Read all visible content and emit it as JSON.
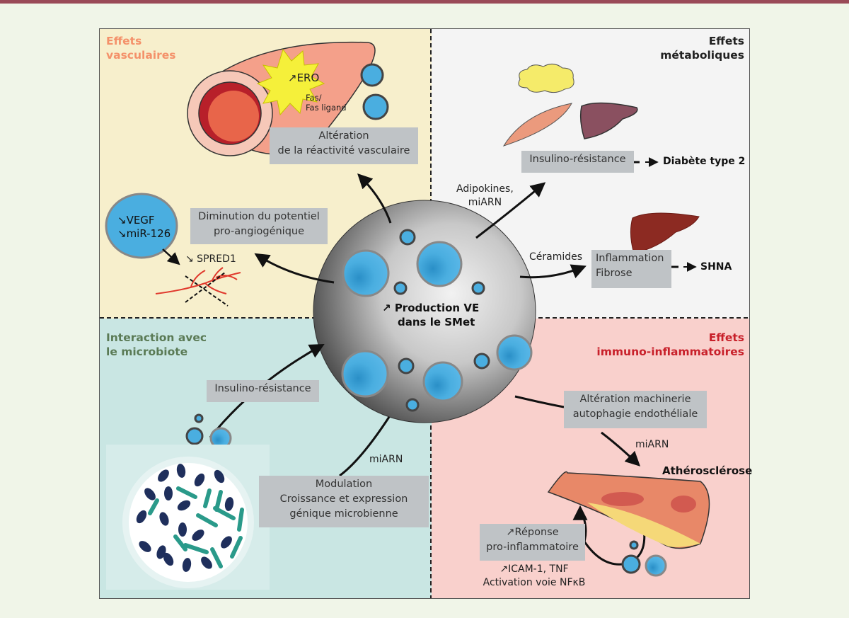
{
  "colors": {
    "top_bar": "#9a4a58",
    "background": "#f0f5e8",
    "vascular_panel": "#f7efcc",
    "metabolic_panel": "#f4f4f4",
    "microbiota_panel": "#c9e6e3",
    "immuno_panel": "#f9d0cc",
    "vascular_title": "#f4916a",
    "microbiota_title": "#5a7a55",
    "immuno_title": "#c8202a",
    "vesicle_blue": "#4aaee0",
    "label_box": "#bfc3c6"
  },
  "center": {
    "line1": "Production VE",
    "line2": "dans le SMet",
    "arrow": "↗"
  },
  "vascular": {
    "title_line1": "Effets",
    "title_line2": "vasculaires",
    "ero": "↗ERO",
    "fas_line1": "Fas/",
    "fas_line2": "Fas ligand",
    "alteration_line1": "Altération",
    "alteration_line2": "de la réactivité vasculaire",
    "vegf": "↘VEGF",
    "mir126": "↘miR-126",
    "spred1": "↘ SPRED1",
    "angio_line1": "Diminution du potentiel",
    "angio_line2": "pro-angiogénique"
  },
  "metabolic": {
    "title_line1": "Effets",
    "title_line2": "métaboliques",
    "insulin": "Insulino-résistance",
    "diabetes": "Diabète type 2",
    "adipokines_line1": "Adipokines,",
    "adipokines_line2": "miARN",
    "ceramides": "Céramides",
    "inflammation_line1": "Inflammation",
    "inflammation_line2": "Fibrose",
    "shna": "SHNA"
  },
  "microbiota": {
    "title_line1": "Interaction avec",
    "title_line2": "le microbiote",
    "insulin": "Insulino-résistance",
    "miarn": "miARN",
    "modulation_line1": "Modulation",
    "modulation_line2": "Croissance et expression",
    "modulation_line3": "génique microbienne"
  },
  "immuno": {
    "title_line1": "Effets",
    "title_line2": "immuno-inflammatoires",
    "autophagy_line1": "Altération machinerie",
    "autophagy_line2": "autophagie endothéliale",
    "miarn": "miARN",
    "athero": "Athérosclérose",
    "response_line1": "↗Réponse",
    "response_line2": "pro-inflammatoire",
    "icam": "↗ICAM-1, TNF",
    "nfkb": "Activation voie NFκB"
  }
}
